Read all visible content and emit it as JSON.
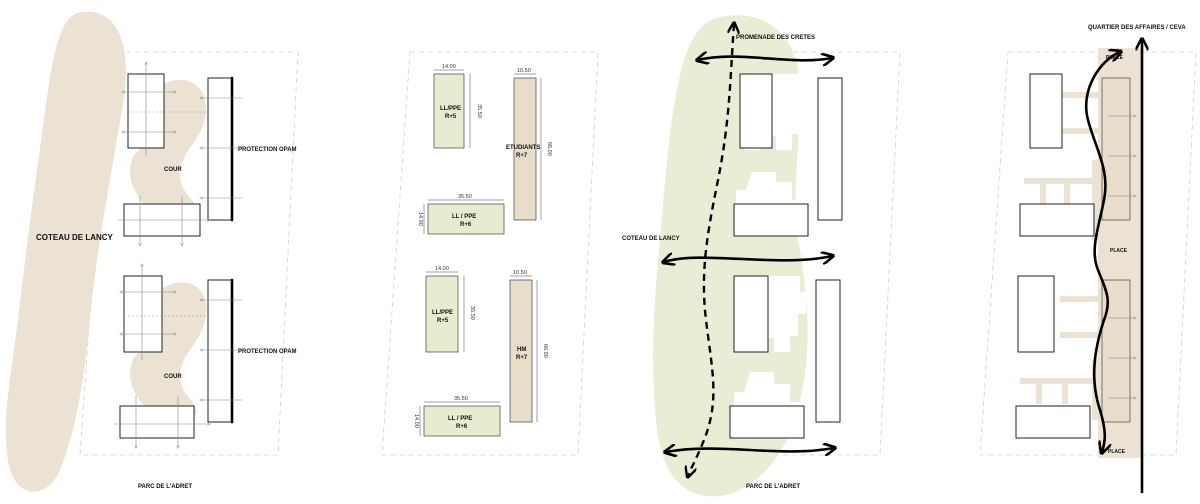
{
  "panel1": {
    "coteau": "COTEAU DE LANCY",
    "cour_top": "COUR",
    "cour_bottom": "COUR",
    "protection_top": "PROTECTION OPAM",
    "protection_bottom": "PROTECTION OPAM",
    "parc": "PARC DE L'ADRET"
  },
  "panel2": {
    "b1": {
      "line1": "LL/PPE",
      "line2": "R+5",
      "w": "14.00",
      "h": "35.50"
    },
    "b2": {
      "line1": "ETUDIANTS",
      "line2": "R+7",
      "w": "10.50",
      "h": "66.00"
    },
    "b3": {
      "line1": "LL / PPE",
      "line2": "R+6",
      "w": "35.50",
      "h": "14.00"
    },
    "b4": {
      "line1": "LL/PPE",
      "line2": "R+5",
      "w": "14.00",
      "h": "35.50"
    },
    "b5": {
      "line1": "HM",
      "line2": "R+7",
      "w": "10.50",
      "h": "66.00"
    },
    "b6": {
      "line1": "LL / PPE",
      "line2": "R+6",
      "w": "35.50",
      "h": "14.00"
    }
  },
  "panel3": {
    "promenade": "PROMENADE DES CRETES",
    "coteau": "COTEAU DE LANCY",
    "parc": "PARC DE L'ADRET"
  },
  "panel4": {
    "quartier": "QUARTIER DES AFFAIRES / CEVA",
    "place_top": "PLACE",
    "place_mid": "PLACE",
    "place_bottom": "PLACE"
  },
  "colors": {
    "tan": "#ece2d4",
    "green": "#e8eed5",
    "ink": "#000000"
  }
}
